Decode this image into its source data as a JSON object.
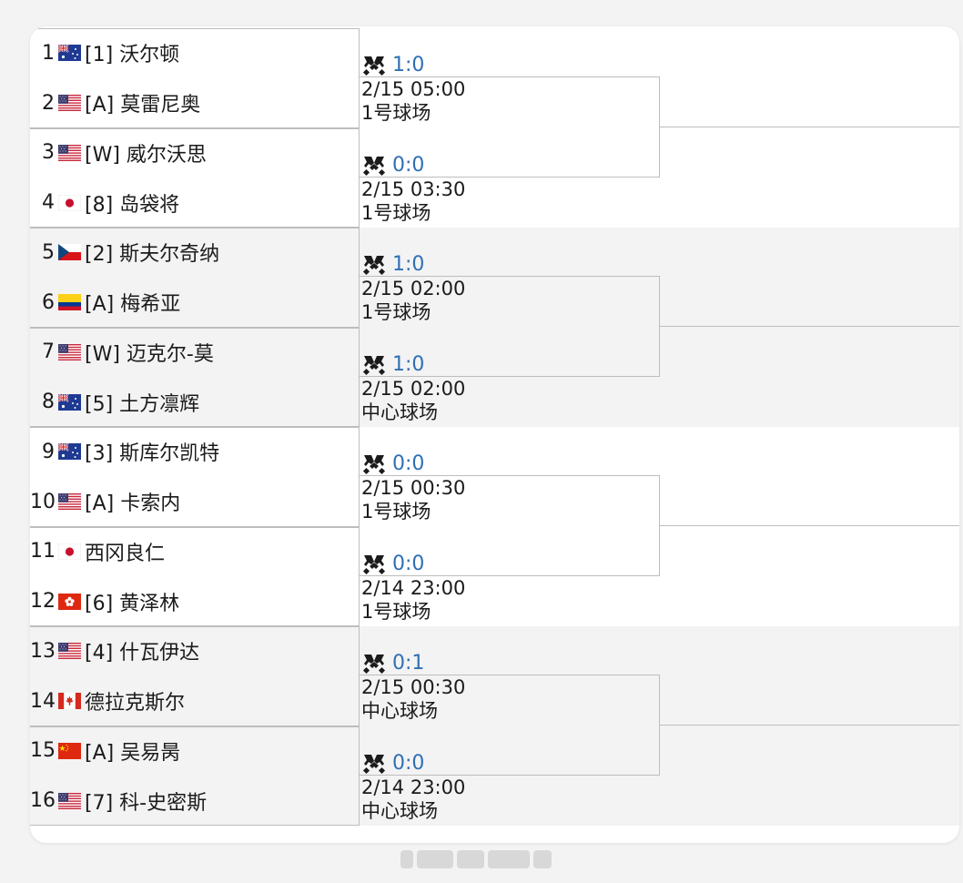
{
  "players": [
    {
      "num": "1",
      "flag": "aus",
      "seed": "[1] 沃尔顿"
    },
    {
      "num": "2",
      "flag": "usa",
      "seed": "[A] 莫雷尼奥"
    },
    {
      "num": "3",
      "flag": "usa",
      "seed": "[W] 威尔沃思"
    },
    {
      "num": "4",
      "flag": "jpn",
      "seed": "[8] 岛袋将"
    },
    {
      "num": "5",
      "flag": "cze",
      "seed": "[2] 斯夫尔奇纳"
    },
    {
      "num": "6",
      "flag": "col",
      "seed": "[A] 梅希亚"
    },
    {
      "num": "7",
      "flag": "usa",
      "seed": "[W] 迈克尔-莫"
    },
    {
      "num": "8",
      "flag": "aus",
      "seed": "[5] 土方凛辉"
    },
    {
      "num": "9",
      "flag": "aus",
      "seed": "[3] 斯库尔凯特"
    },
    {
      "num": "10",
      "flag": "usa",
      "seed": "[A] 卡索内"
    },
    {
      "num": "11",
      "flag": "jpn",
      "seed": " 西冈良仁"
    },
    {
      "num": "12",
      "flag": "hkg",
      "seed": "[6] 黄泽林"
    },
    {
      "num": "13",
      "flag": "usa",
      "seed": "[4] 什瓦伊达"
    },
    {
      "num": "14",
      "flag": "can",
      "seed": " 德拉克斯尔"
    },
    {
      "num": "15",
      "flag": "chn",
      "seed": "[A] 吴易昺"
    },
    {
      "num": "16",
      "flag": "usa",
      "seed": "[7] 科-史密斯"
    }
  ],
  "matches": [
    {
      "score": "1:0",
      "datetime": "2/15 05:00",
      "court": "1号球场"
    },
    {
      "score": "0:0",
      "datetime": "2/15 03:30",
      "court": "1号球场"
    },
    {
      "score": "1:0",
      "datetime": "2/15 02:00",
      "court": "1号球场"
    },
    {
      "score": "1:0",
      "datetime": "2/15 02:00",
      "court": "中心球场"
    },
    {
      "score": "0:0",
      "datetime": "2/15 00:30",
      "court": "1号球场"
    },
    {
      "score": "0:0",
      "datetime": "2/14 23:00",
      "court": "1号球场"
    },
    {
      "score": "0:1",
      "datetime": "2/15 00:30",
      "court": "中心球场"
    },
    {
      "score": "0:0",
      "datetime": "2/14 23:00",
      "court": "中心球场"
    }
  ],
  "icons": {
    "match": "crossed-rackets-icon"
  },
  "colors": {
    "score": "#2f6fb5",
    "group_alt": "#f3f3f3",
    "line": "#bdbdbd"
  }
}
